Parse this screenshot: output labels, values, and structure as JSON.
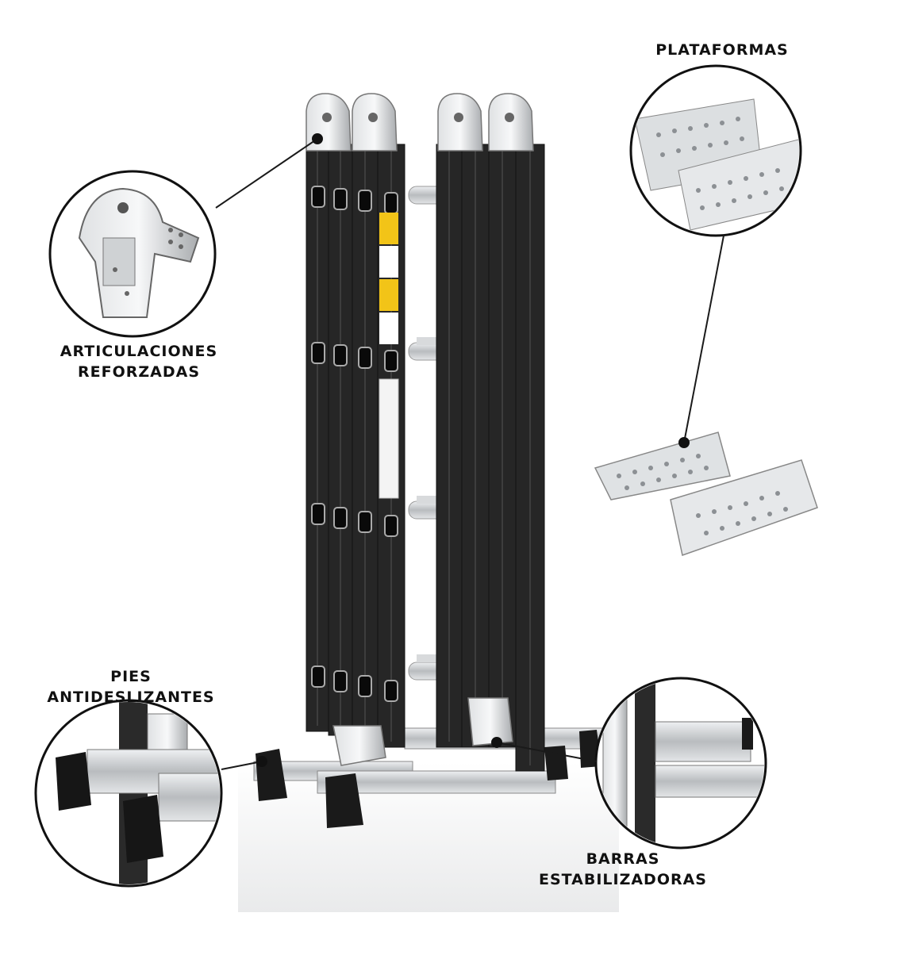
{
  "callouts": {
    "plataformas": {
      "lines": [
        "PLATAFORMAS"
      ]
    },
    "articulaciones": {
      "lines": [
        "ARTICULACIONES",
        "REFORZADAS"
      ]
    },
    "pies": {
      "lines": [
        "PIES",
        "ANTIDESLIZANTES"
      ]
    },
    "barras": {
      "lines": [
        "BARRAS",
        "ESTABILIZADORAS"
      ]
    }
  },
  "colors": {
    "ladder_rail": "#222222",
    "aluminum": "#c8cacc",
    "label_text": "#111111",
    "caution_yellow": "#f2c418",
    "leader_line": "#1a1a1a"
  },
  "icons": [
    "hinge-detail-illustration",
    "platform-detail-illustration",
    "foot-detail-illustration",
    "stabilizer-detail-illustration"
  ]
}
